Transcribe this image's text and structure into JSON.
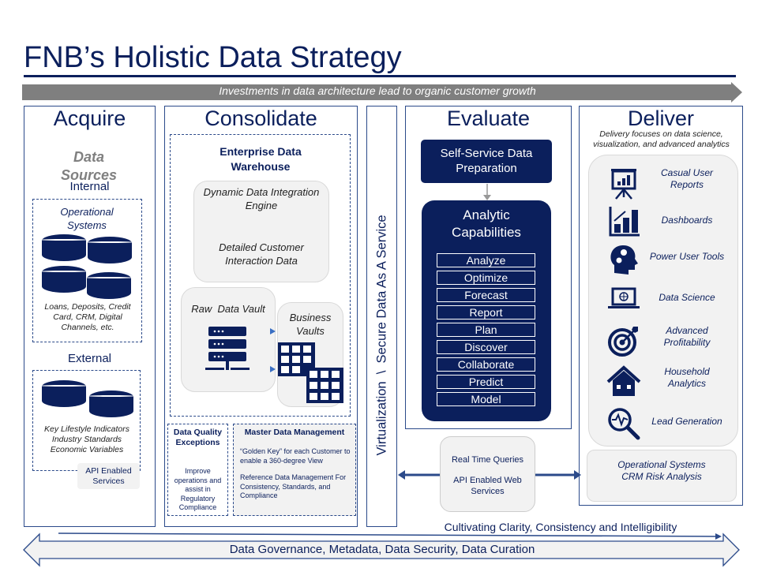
{
  "title": "FNB’s Holistic Data Strategy",
  "banner": "Investments in data architecture lead to organic customer growth",
  "acquire": {
    "heading": "Acquire",
    "data_sources": "Data Sources",
    "internal": "Internal",
    "operational": "Operational Systems",
    "internal_desc": "Loans, Deposits, Credit Card, CRM, Digital Channels, etc.",
    "external": "External",
    "external_desc": "Key Lifestyle Indicators Industry Standards Economic Variables",
    "api": "API Enabled Services"
  },
  "consolidate": {
    "heading": "Consolidate",
    "edw": "Enterprise Data Warehouse",
    "engine": "Dynamic Data Integration Engine",
    "detailed": "Detailed Customer Interaction Data",
    "raw_vault": "Raw  Data Vault",
    "business_vaults": "Business Vaults",
    "dq_title": "Data Quality Exceptions",
    "dq_desc": "Improve operations and assist in Regulatory Compliance",
    "mdm_title": "Master Data Management",
    "mdm_1": "“Golden Key” for each Customer to enable a 360-degree View",
    "mdm_2": "Reference Data Management For Consistency, Standards, and Compliance"
  },
  "virtualization": "Virtualization  \\  Secure Data As A Service",
  "evaluate": {
    "heading": "Evaluate",
    "self_service": "Self-Service Data Preparation",
    "analytic": "Analytic Capabilities",
    "capabilities": [
      "Analyze",
      "Optimize",
      "Forecast",
      "Report",
      "Plan",
      "Discover",
      "Collaborate",
      "Predict",
      "Model"
    ]
  },
  "realtime": {
    "line1": "Real Time Queries",
    "line2": "API Enabled Web Services"
  },
  "deliver": {
    "heading": "Deliver",
    "subtitle": "Delivery focuses on data science, visualization, and advanced analytics",
    "items": [
      {
        "label": "Casual User Reports",
        "icon": "presentation-chart-icon"
      },
      {
        "label": "Dashboards",
        "icon": "bar-chart-icon"
      },
      {
        "label": "Power User Tools",
        "icon": "head-gears-icon"
      },
      {
        "label": "Data Science",
        "icon": "laptop-globe-icon"
      },
      {
        "label": "Advanced Profitability",
        "icon": "target-icon"
      },
      {
        "label": "Household Analytics",
        "icon": "house-icon"
      },
      {
        "label": "Lead Generation",
        "icon": "magnifier-pulse-icon"
      }
    ],
    "ops": "Operational Systems CRM Risk Analysis"
  },
  "cultivating": "Cultivating Clarity, Consistency and Intelligibility",
  "governance": "Data Governance, Metadata, Data Security, Data Curation",
  "colors": {
    "navy": "#0b1f5c",
    "gray": "#808080",
    "panel": "#f2f2f2"
  }
}
